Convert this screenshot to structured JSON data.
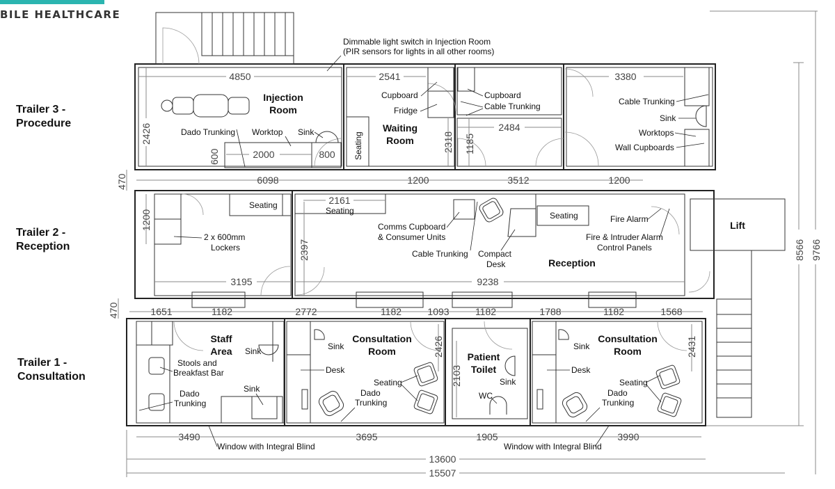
{
  "brand": {
    "text": "BILE HEALTHCARE",
    "color": "#2bb5b0"
  },
  "trailers": [
    {
      "line1": "Trailer 3 -",
      "line2": "Procedure"
    },
    {
      "line1": "Trailer 2 -",
      "line2": "Reception"
    },
    {
      "line1": "Trailer 1 -",
      "line2": "Consultation"
    }
  ],
  "rooms": {
    "injection": [
      "Injection",
      "Room"
    ],
    "waiting": [
      "Waiting",
      "Room"
    ],
    "reception": "Reception",
    "lift": "Lift",
    "staff": [
      "Staff",
      "Area"
    ],
    "consultation": [
      "Consultation",
      "Room"
    ],
    "toilet": [
      "Patient",
      "Toilet"
    ]
  },
  "notes": {
    "light1": "Dimmable light switch in Injection Room",
    "light2": "(PIR sensors for lights in all other rooms)",
    "dado": "Dado Trunking",
    "worktop": "Worktop",
    "sink": "Sink",
    "seating": "Seating",
    "cupboard": "Cupboard",
    "fridge": "Fridge",
    "cable_trunking": "Cable Trunking",
    "worktops": "Worktops",
    "wall_cupboards": "Wall Cupboards",
    "lockers1": "2 x 600mm",
    "lockers2": "Lockers",
    "comms1": "Comms Cupboard",
    "comms2": "& Consumer Units",
    "compact1": "Compact",
    "compact2": "Desk",
    "fire_alarm": "Fire Alarm",
    "intruder1": "Fire & Intruder Alarm",
    "intruder2": "Control Panels",
    "stools1": "Stools and",
    "stools2": "Breakfast Bar",
    "dado1": "Dado",
    "dado2": "Trunking",
    "desk": "Desk",
    "wc": "WC",
    "window_blind": "Window with Integral Blind"
  },
  "dims": {
    "d4850": "4850",
    "d2541": "2541",
    "d3380": "3380",
    "d2484": "2484",
    "d2426": "2426",
    "d600": "600",
    "d2000": "2000",
    "d800": "800",
    "d2318": "2318",
    "d1185": "1185",
    "d470": "470",
    "d6098": "6098",
    "d1200": "1200",
    "d3512": "3512",
    "d2161": "2161",
    "d2397": "2397",
    "d3195": "3195",
    "d9238": "9238",
    "d1651": "1651",
    "d1182": "1182",
    "d2772": "2772",
    "d1093": "1093",
    "d1788": "1788",
    "d1568": "1568",
    "d2103": "2103",
    "d2431": "2431",
    "d3490": "3490",
    "d3695": "3695",
    "d1905": "1905",
    "d3990": "3990",
    "d13600": "13600",
    "d15507": "15507",
    "d8566": "8566",
    "d9766": "9766"
  }
}
